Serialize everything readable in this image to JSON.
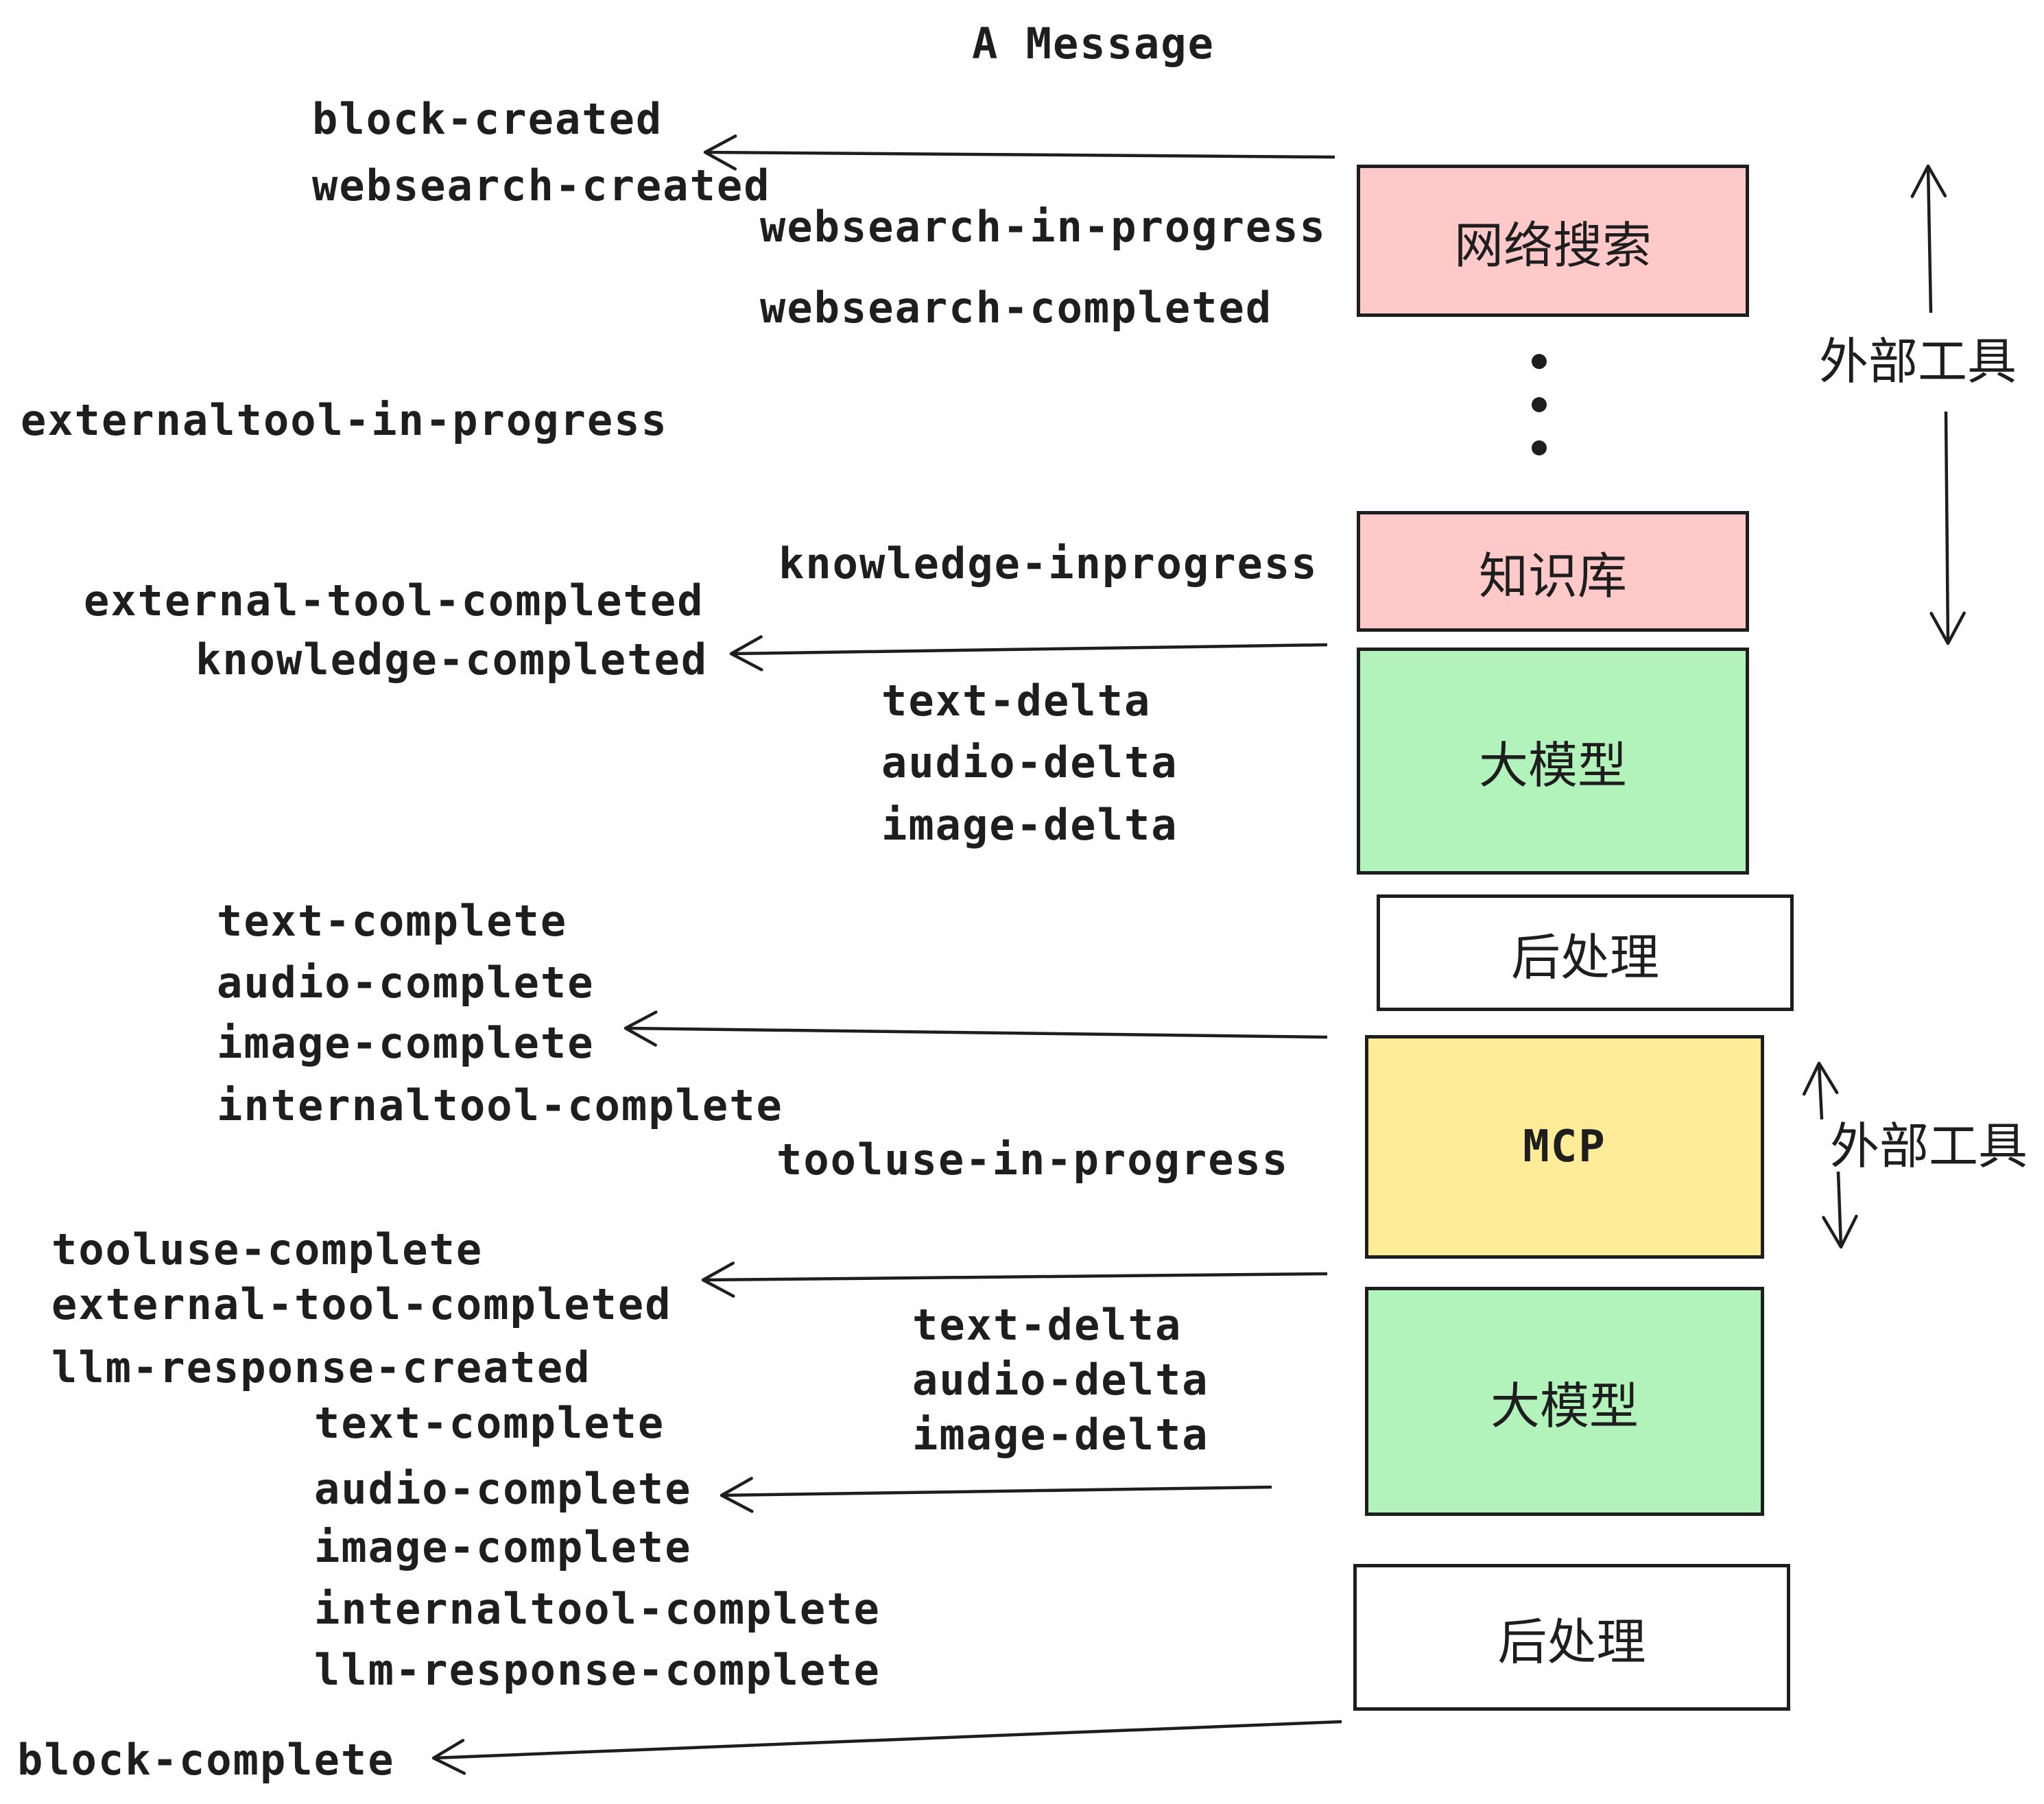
{
  "title": "A Message",
  "events": [
    "block-created",
    "websearch-created",
    "websearch-in-progress",
    "websearch-completed",
    "externaltool-in-progress",
    "knowledge-inprogress",
    "external-tool-completed",
    "knowledge-completed",
    "text-delta",
    "audio-delta",
    "image-delta",
    "text-complete",
    "audio-complete",
    "image-complete",
    "internaltool-complete",
    "tooluse-in-progress",
    "tooluse-complete",
    "external-tool-completed",
    "llm-response-created",
    "text-delta",
    "audio-delta",
    "image-delta",
    "text-complete",
    "audio-complete",
    "image-complete",
    "internaltool-complete",
    "llm-response-complete",
    "block-complete"
  ],
  "boxes": [
    {
      "label": "网络搜索",
      "color": "#ffc9c9"
    },
    {
      "label": "知识库",
      "color": "#ffc9c9"
    },
    {
      "label": "大模型",
      "color": "#b2f2bb"
    },
    {
      "label": "后处理",
      "color": "#ffffff"
    },
    {
      "label": "MCP",
      "color": "#ffec99"
    },
    {
      "label": "大模型",
      "color": "#b2f2bb"
    },
    {
      "label": "后处理",
      "color": "#ffffff"
    }
  ],
  "annotations": {
    "external_tools_top": "外部工具",
    "external_tools_mcp": "外部工具"
  },
  "colors": {
    "stroke": "#1e1e1e",
    "pink": "#ffc9c9",
    "green": "#b2f2bb",
    "yellow": "#ffec99",
    "background": "#ffffff"
  }
}
